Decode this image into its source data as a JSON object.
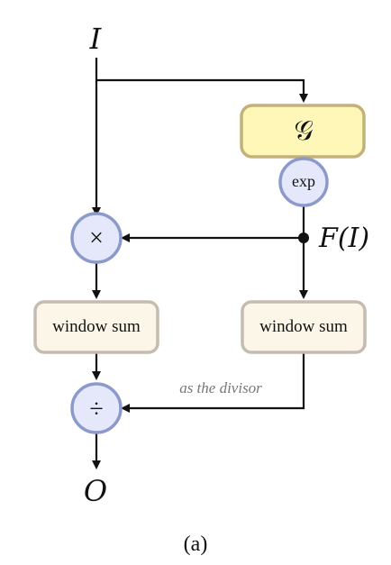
{
  "diagram": {
    "input_label": "I",
    "output_label": "O",
    "g_block_label": "𝒢",
    "exp_label": "exp",
    "multiply_symbol": "×",
    "divide_symbol": "÷",
    "f_label": "F(I)",
    "window_sum_left": "window sum",
    "window_sum_right": "window sum",
    "divisor_note": "as the divisor",
    "caption": "(a)"
  },
  "colors": {
    "g_fill": "#fff7b8",
    "g_stroke": "#c2b27a",
    "circle_fill": "#e5e8fb",
    "circle_stroke": "#8c9acb",
    "box_fill": "#fbf6e8",
    "box_stroke": "#c4bcb0",
    "note_text": "#777777"
  }
}
